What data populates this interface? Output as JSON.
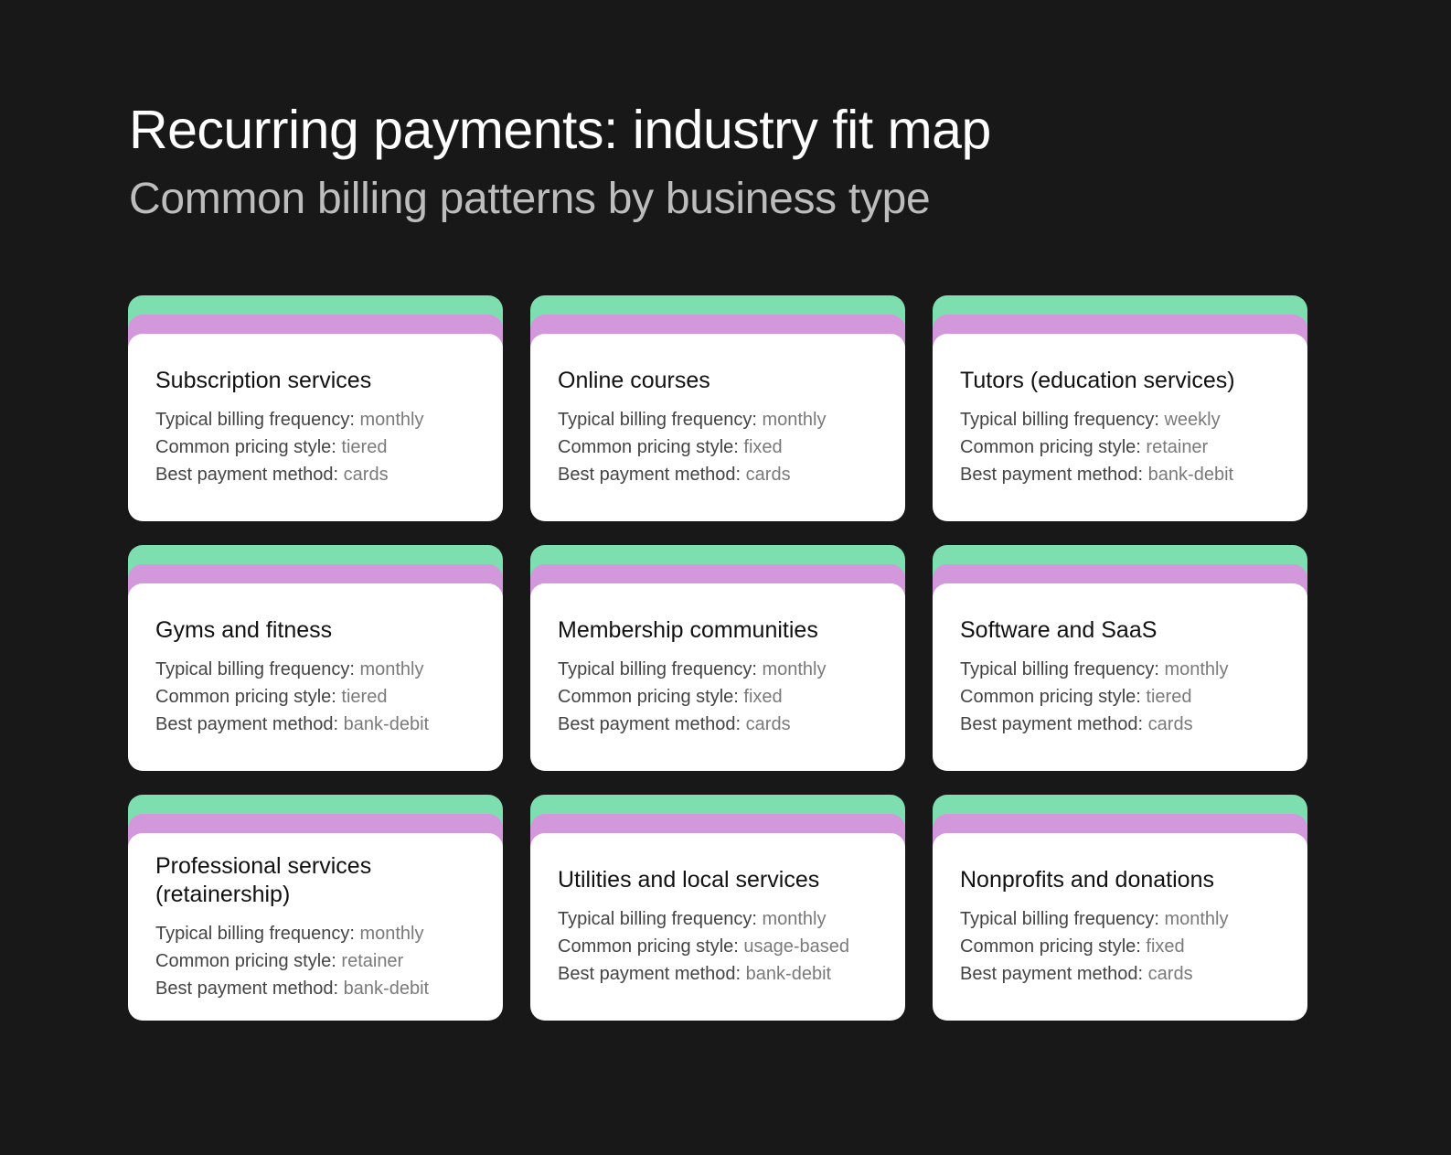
{
  "header": {
    "title": "Recurring payments: industry fit map",
    "subtitle": "Common billing patterns by business type"
  },
  "labels": {
    "frequency": "Typical billing frequency:",
    "pricing": "Common pricing style:",
    "payment": "Best payment method:"
  },
  "colors": {
    "background": "#181818",
    "tab_green": "#7ddfb0",
    "tab_purple": "#d398dc",
    "card": "#ffffff"
  },
  "cards": [
    {
      "title": "Subscription services",
      "frequency": "monthly",
      "pricing": "tiered",
      "payment": "cards"
    },
    {
      "title": "Online courses",
      "frequency": "monthly",
      "pricing": "fixed",
      "payment": "cards"
    },
    {
      "title": "Tutors (education services)",
      "frequency": "weekly",
      "pricing": "retainer",
      "payment": "bank-debit"
    },
    {
      "title": "Gyms and fitness",
      "frequency": "monthly",
      "pricing": "tiered",
      "payment": "bank-debit"
    },
    {
      "title": "Membership communities",
      "frequency": "monthly",
      "pricing": "fixed",
      "payment": "cards"
    },
    {
      "title": "Software and SaaS",
      "frequency": "monthly",
      "pricing": "tiered",
      "payment": "cards"
    },
    {
      "title": "Professional services (retainership)",
      "frequency": "monthly",
      "pricing": "retainer",
      "payment": "bank-debit"
    },
    {
      "title": "Utilities and local services",
      "frequency": "monthly",
      "pricing": "usage-based",
      "payment": "bank-debit"
    },
    {
      "title": "Nonprofits and donations",
      "frequency": "monthly",
      "pricing": "fixed",
      "payment": "cards"
    }
  ]
}
